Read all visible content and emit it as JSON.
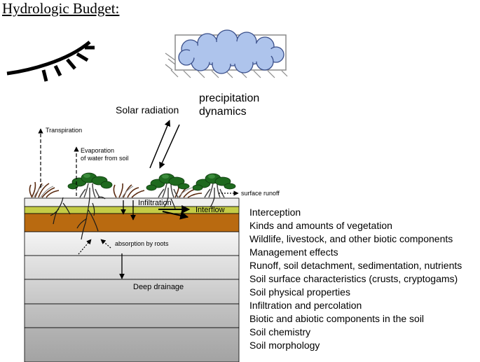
{
  "title": "Hydrologic Budget:",
  "labels": {
    "precipitation": [
      "precipitation",
      "dynamics"
    ],
    "solar_radiation": "Solar radiation",
    "transpiration": "Transpiration",
    "evaporation": [
      "Evaporation",
      "of water from soil"
    ],
    "surface_runoff": "surface runoff",
    "infiltration": "Infiltration",
    "interflow": "Interflow",
    "absorption": "absorption by roots",
    "deep_drainage": "Deep drainage"
  },
  "factors": [
    "Interception",
    "Kinds and amounts of vegetation",
    "Wildlife, livestock, and other biotic components",
    "Management effects",
    "Runoff, soil detachment, sedimentation, nutrients",
    "Soil surface characteristics (crusts, cryptogams)",
    "Soil physical properties",
    "Infiltration and percolation",
    "Biotic and abiotic components in the soil",
    "Soil chemistry",
    "Soil morphology"
  ],
  "icons": [
    "sun-icon",
    "cloud-icon",
    "shrub-icon",
    "grass-tuft-icon",
    "root-icon"
  ],
  "colors": {
    "cloud_fill": "#aec4ec",
    "cloud_stroke": "#3a4f8a",
    "grass_layer": "#c4cc46",
    "clay_layer": "#b96a10",
    "shrub_canopy": "#1f6a1f",
    "soil_top": "#f2f2f2",
    "soil_bottom": "#a6a6a6"
  }
}
